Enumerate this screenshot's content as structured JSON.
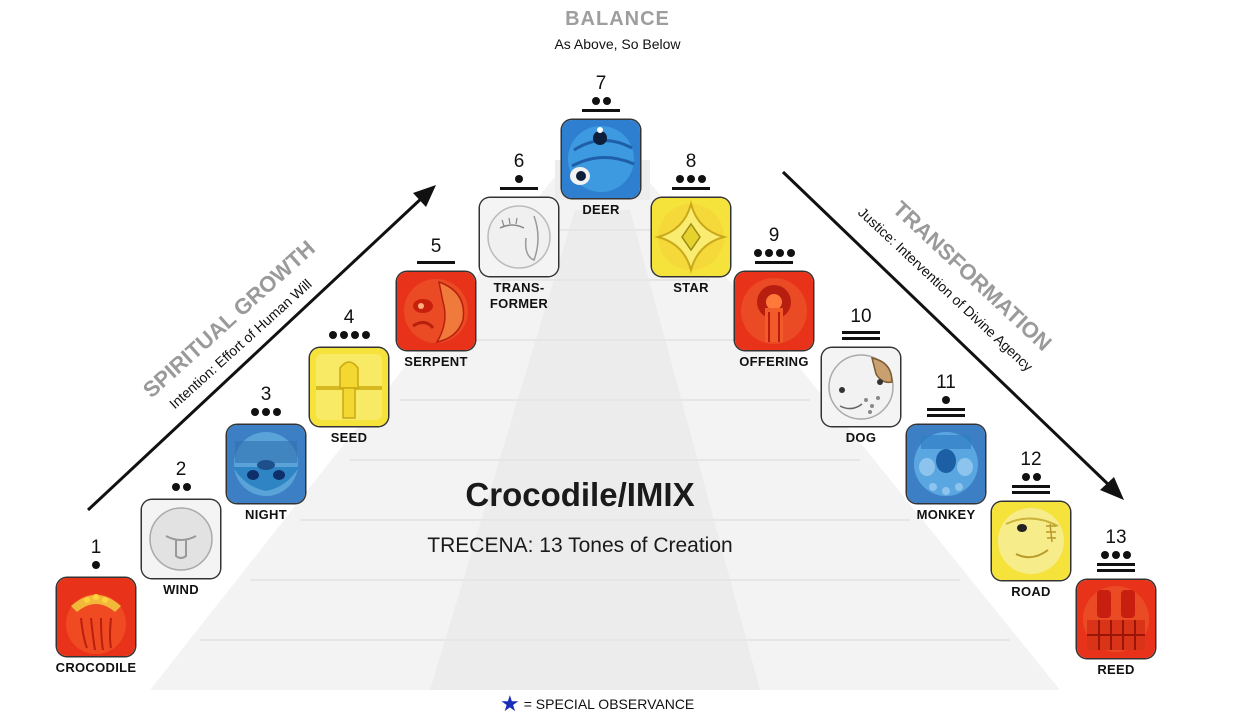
{
  "header": {
    "balance_title": "BALANCE",
    "balance_subtitle": "As Above, So Below"
  },
  "left_arrow": {
    "title": "SPIRITUAL GROWTH",
    "subtitle": "Intention: Effort of Human Will"
  },
  "right_arrow": {
    "title": "TRANSFORMATION",
    "subtitle": "Justice: Intervention of Divine Agency"
  },
  "center": {
    "title": "Crocodile/IMIX",
    "subtitle": "TRECENA: 13 Tones of Creation"
  },
  "legend": {
    "icon": "star-icon",
    "text": "= SPECIAL OBSERVANCE",
    "color": "#1a2db8"
  },
  "signs": [
    {
      "tone": "1",
      "dots": 1,
      "bars": 0,
      "label": "CROCODILE",
      "color": "#e8331a"
    },
    {
      "tone": "2",
      "dots": 2,
      "bars": 0,
      "label": "WIND",
      "color": "#f4f4f4"
    },
    {
      "tone": "3",
      "dots": 3,
      "bars": 0,
      "label": "NIGHT",
      "color": "#3d7fc4"
    },
    {
      "tone": "4",
      "dots": 4,
      "bars": 0,
      "label": "SEED",
      "color": "#f5e23a"
    },
    {
      "tone": "5",
      "dots": 0,
      "bars": 1,
      "label": "SERPENT",
      "color": "#e8331a"
    },
    {
      "tone": "6",
      "dots": 1,
      "bars": 1,
      "label": "TRANS-\nFORMER",
      "color": "#f4f4f4"
    },
    {
      "tone": "7",
      "dots": 2,
      "bars": 1,
      "label": "DEER",
      "color": "#2f7fd0"
    },
    {
      "tone": "8",
      "dots": 3,
      "bars": 1,
      "label": "STAR",
      "color": "#f5e23a"
    },
    {
      "tone": "9",
      "dots": 4,
      "bars": 1,
      "label": "OFFERING",
      "color": "#e8331a"
    },
    {
      "tone": "10",
      "dots": 0,
      "bars": 2,
      "label": "DOG",
      "color": "#f4f4f4"
    },
    {
      "tone": "11",
      "dots": 1,
      "bars": 2,
      "label": "MONKEY",
      "color": "#3d7fc4"
    },
    {
      "tone": "12",
      "dots": 2,
      "bars": 2,
      "label": "ROAD",
      "color": "#f5e23a"
    },
    {
      "tone": "13",
      "dots": 3,
      "bars": 2,
      "label": "REED",
      "color": "#e8331a"
    }
  ]
}
